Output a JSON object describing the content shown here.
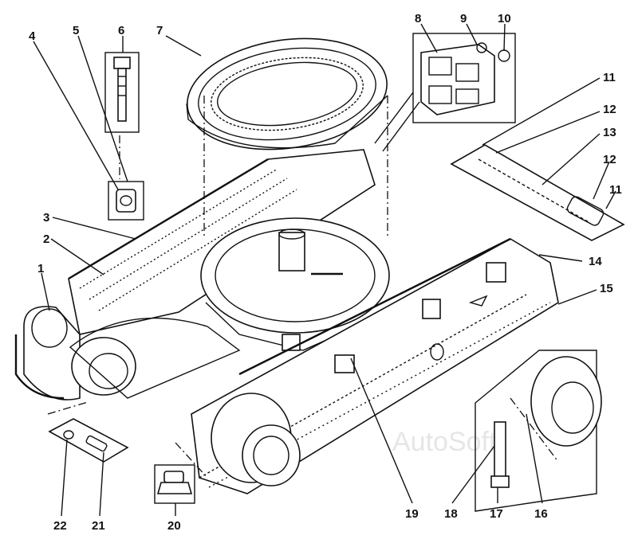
{
  "watermark": "AutoSoft",
  "callouts": [
    {
      "id": "1",
      "text": "1"
    },
    {
      "id": "2",
      "text": "2"
    },
    {
      "id": "3",
      "text": "3"
    },
    {
      "id": "4",
      "text": "4"
    },
    {
      "id": "5",
      "text": "5"
    },
    {
      "id": "6",
      "text": "6"
    },
    {
      "id": "7",
      "text": "7"
    },
    {
      "id": "8",
      "text": "8"
    },
    {
      "id": "9",
      "text": "9"
    },
    {
      "id": "10",
      "text": "10"
    },
    {
      "id": "11a",
      "text": "11"
    },
    {
      "id": "12a",
      "text": "12"
    },
    {
      "id": "13",
      "text": "13"
    },
    {
      "id": "12b",
      "text": "12"
    },
    {
      "id": "11b",
      "text": "11"
    },
    {
      "id": "14",
      "text": "14"
    },
    {
      "id": "15",
      "text": "15"
    },
    {
      "id": "16",
      "text": "16"
    },
    {
      "id": "17",
      "text": "17"
    },
    {
      "id": "18",
      "text": "18"
    },
    {
      "id": "19",
      "text": "19"
    },
    {
      "id": "20",
      "text": "20"
    },
    {
      "id": "21",
      "text": "21"
    },
    {
      "id": "22",
      "text": "22"
    }
  ]
}
